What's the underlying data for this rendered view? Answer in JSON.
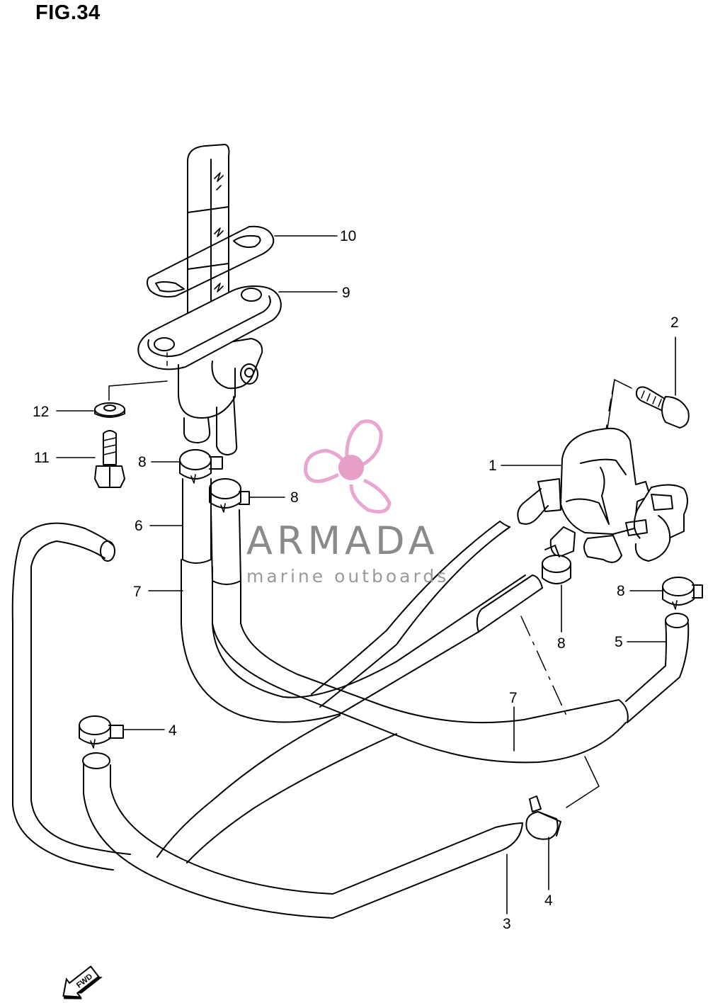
{
  "figure": {
    "title": "FIG.34"
  },
  "callouts": [
    {
      "id": "1",
      "text": "1"
    },
    {
      "id": "2",
      "text": "2"
    },
    {
      "id": "3",
      "text": "3"
    },
    {
      "id": "4a",
      "text": "4"
    },
    {
      "id": "4b",
      "text": "4"
    },
    {
      "id": "5",
      "text": "5"
    },
    {
      "id": "6",
      "text": "6"
    },
    {
      "id": "7a",
      "text": "7"
    },
    {
      "id": "7b",
      "text": "7"
    },
    {
      "id": "8a",
      "text": "8"
    },
    {
      "id": "8b",
      "text": "8"
    },
    {
      "id": "8c",
      "text": "8"
    },
    {
      "id": "8d",
      "text": "8"
    },
    {
      "id": "9",
      "text": "9"
    },
    {
      "id": "10",
      "text": "10"
    },
    {
      "id": "11",
      "text": "11"
    },
    {
      "id": "12",
      "text": "12"
    }
  ],
  "watermark": {
    "name": "ARMADA",
    "tagline": "marine outboards",
    "logo_color": "#e8a6d0",
    "logo_center_color": "#e6a0c8",
    "text_color": "#8a8a8a"
  },
  "direction_marker": {
    "label": "FWD",
    "icon": "fwd-arrow-icon"
  }
}
